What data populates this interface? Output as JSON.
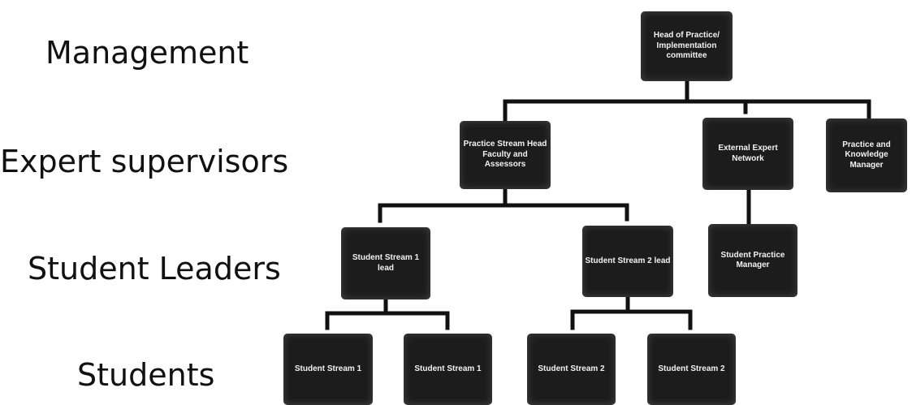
{
  "levels": {
    "management": "Management",
    "expert_supervisors": "Expert supervisors",
    "student_leaders": "Student Leaders",
    "students": "Students"
  },
  "nodes": {
    "head": "Head of Practice/ Implementation committee",
    "practice_stream_head": "Practice Stream Head Faculty and Assessors",
    "external_expert": "External Expert Network",
    "practice_knowledge": "Practice and Knowledge Manager",
    "stream1_lead": "Student Stream 1 lead",
    "stream2_lead": "Student Stream 2 lead",
    "student_practice_manager": "Student Practice Manager",
    "student_stream1_a": "Student Stream 1",
    "student_stream1_b": "Student Stream 1",
    "student_stream2_a": "Student Stream 2",
    "student_stream2_b": "Student Stream 2"
  },
  "colors": {
    "node_fill": "#1c1c1c",
    "node_text": "#f2f2f2",
    "connector": "#111111"
  }
}
